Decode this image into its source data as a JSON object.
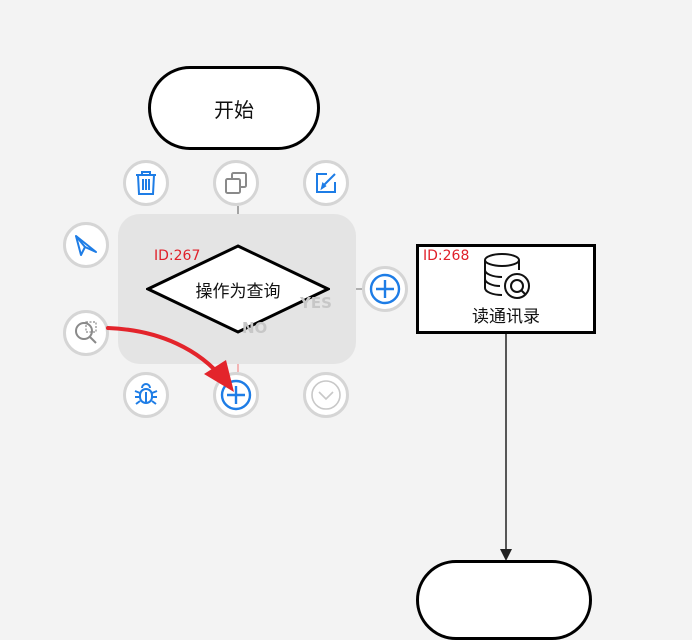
{
  "canvas": {
    "start_node": {
      "label": "开始"
    },
    "decision_node": {
      "id_label": "ID:267",
      "label": "操作为查询",
      "yes_label": "YES",
      "no_label": "NO"
    },
    "task_node": {
      "id_label": "ID:268",
      "label": "读通讯录",
      "icon": "database-search-icon"
    }
  },
  "toolbar": {
    "delete": "trash-icon",
    "copy": "copy-icon",
    "edit": "edit-icon",
    "send": "send-icon",
    "zoom": "zoom-select-icon",
    "debug": "bug-icon",
    "add": "plus-icon",
    "collapse": "chevron-down-icon"
  },
  "colors": {
    "accent": "#1e7de6",
    "id_label": "#e0202a",
    "arrow_annotation": "#e3242b"
  }
}
